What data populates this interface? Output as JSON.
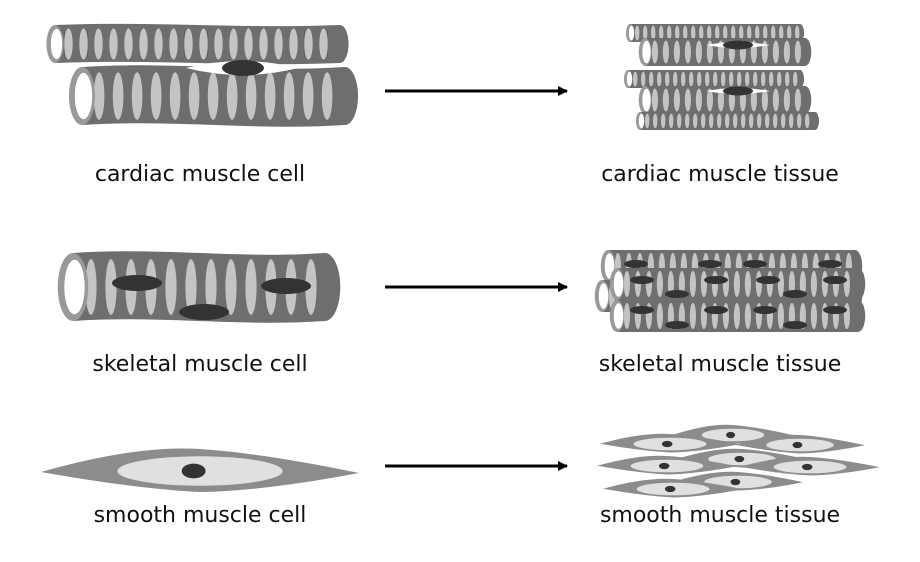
{
  "rows": [
    {
      "id": "cardiac",
      "cell_label": "cardiac muscle cell",
      "tissue_label": "cardiac muscle tissue"
    },
    {
      "id": "skeletal",
      "cell_label": "skeletal muscle cell",
      "tissue_label": "skeletal muscle tissue"
    },
    {
      "id": "smooth",
      "cell_label": "smooth muscle cell",
      "tissue_label": "smooth muscle tissue"
    }
  ],
  "colors": {
    "fiber_dark": "#6e6e6e",
    "fiber_light": "#c4c4c4",
    "fiber_end": "#999999",
    "nucleus": "#333333",
    "smooth_outer": "#8c8c8c",
    "smooth_inner": "#e0e0e0",
    "arrow": "#000000"
  }
}
